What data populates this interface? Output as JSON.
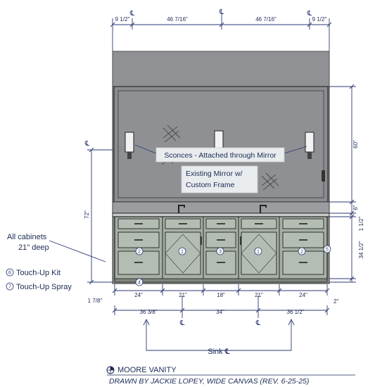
{
  "dimensions_top": {
    "left_return": "9 1/2\"",
    "left_span": "46 7/16\"",
    "right_span": "46 7/16\"",
    "right_return": "9 1/2\"",
    "centerline_symbol": "℄"
  },
  "dimensions_right": {
    "mirror_height": "60\"",
    "backsplash": "6\"",
    "counter": "1 1/2\"",
    "cabinet_height": "34 1/2\"",
    "toe": "2\""
  },
  "dimensions_left": {
    "overall_height": "72\"",
    "bottom_offset": "1 7/8\""
  },
  "dimensions_bottom_cabinets": [
    "24\"",
    "21\"",
    "18\"",
    "21\"",
    "24\""
  ],
  "dimensions_bottom_sinks": [
    "36 3/8\"",
    "34\"",
    "36 1/2\""
  ],
  "callouts": {
    "sconces": "Sconces - Attached through Mirror",
    "mirror_line1": "Existing Mirror w/",
    "mirror_line2": "Custom Frame",
    "sink_cl": "Sink ℄"
  },
  "notes": {
    "cabinets_line1": "All cabinets",
    "cabinets_line2": "21\" deep",
    "touchup_kit": "Touch-Up Kit",
    "touchup_kit_num": "6",
    "touchup_spray": "Touch-Up Spray",
    "touchup_spray_num": "7"
  },
  "tags": [
    "1",
    "2",
    "3",
    "4",
    "5"
  ],
  "title_block": {
    "title": "MOORE VANITY",
    "subtitle": "DRAWN BY JACKIE LOPEY, WIDE CANVAS (REV. 6-25-25)"
  },
  "colors": {
    "wall": "#8d8f92",
    "mirror": "#8a8c8f",
    "cabinet": "#a7b0a6",
    "drawer": "#b4bdb3",
    "dim_line": "#2b3a73",
    "outline": "#222222"
  }
}
